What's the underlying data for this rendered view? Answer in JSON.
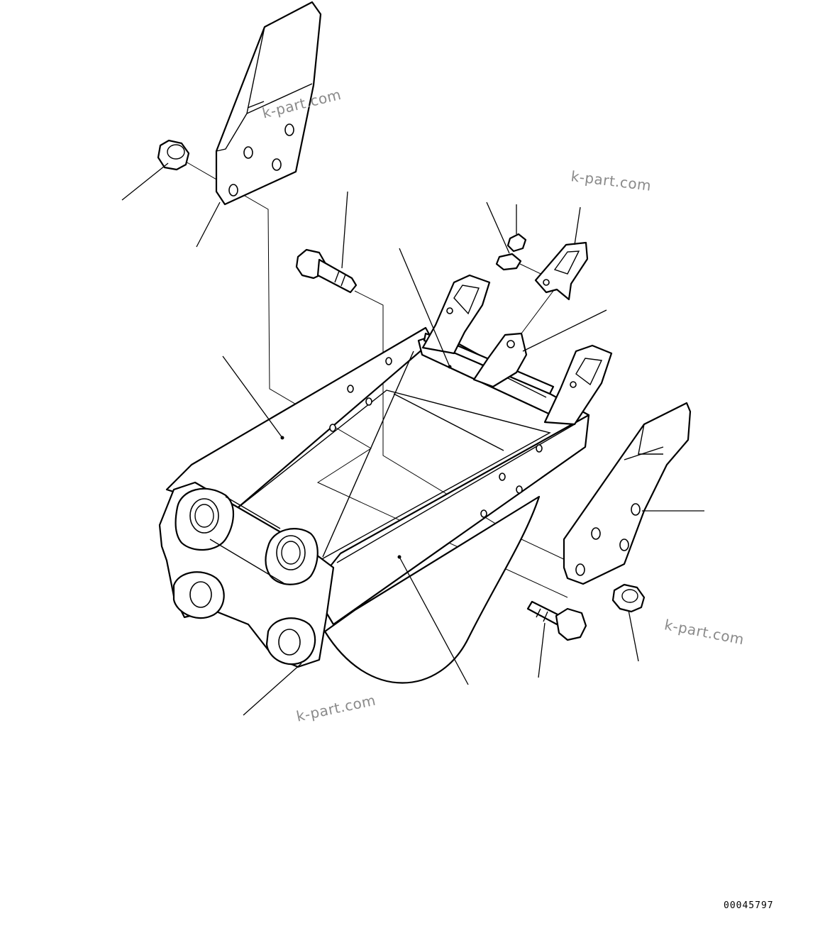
{
  "watermarks": [
    "k-part.com",
    "k-part.com",
    "k-part.com",
    "k-part.com"
  ],
  "drawing_number": "00045797",
  "parts": [
    "left-side-cutter",
    "right-side-cutter",
    "left-nut",
    "right-nut",
    "upper-bolt",
    "lower-bolt",
    "tooth-adapter-left",
    "tooth-adapter-center",
    "tooth-adapter-right",
    "separate-tooth",
    "lock-pin",
    "lock-rubber",
    "bucket-body",
    "bucket-boss-bracket"
  ],
  "colors": {
    "line": "#000000",
    "background": "#ffffff",
    "watermark": "#8a8a8a"
  }
}
